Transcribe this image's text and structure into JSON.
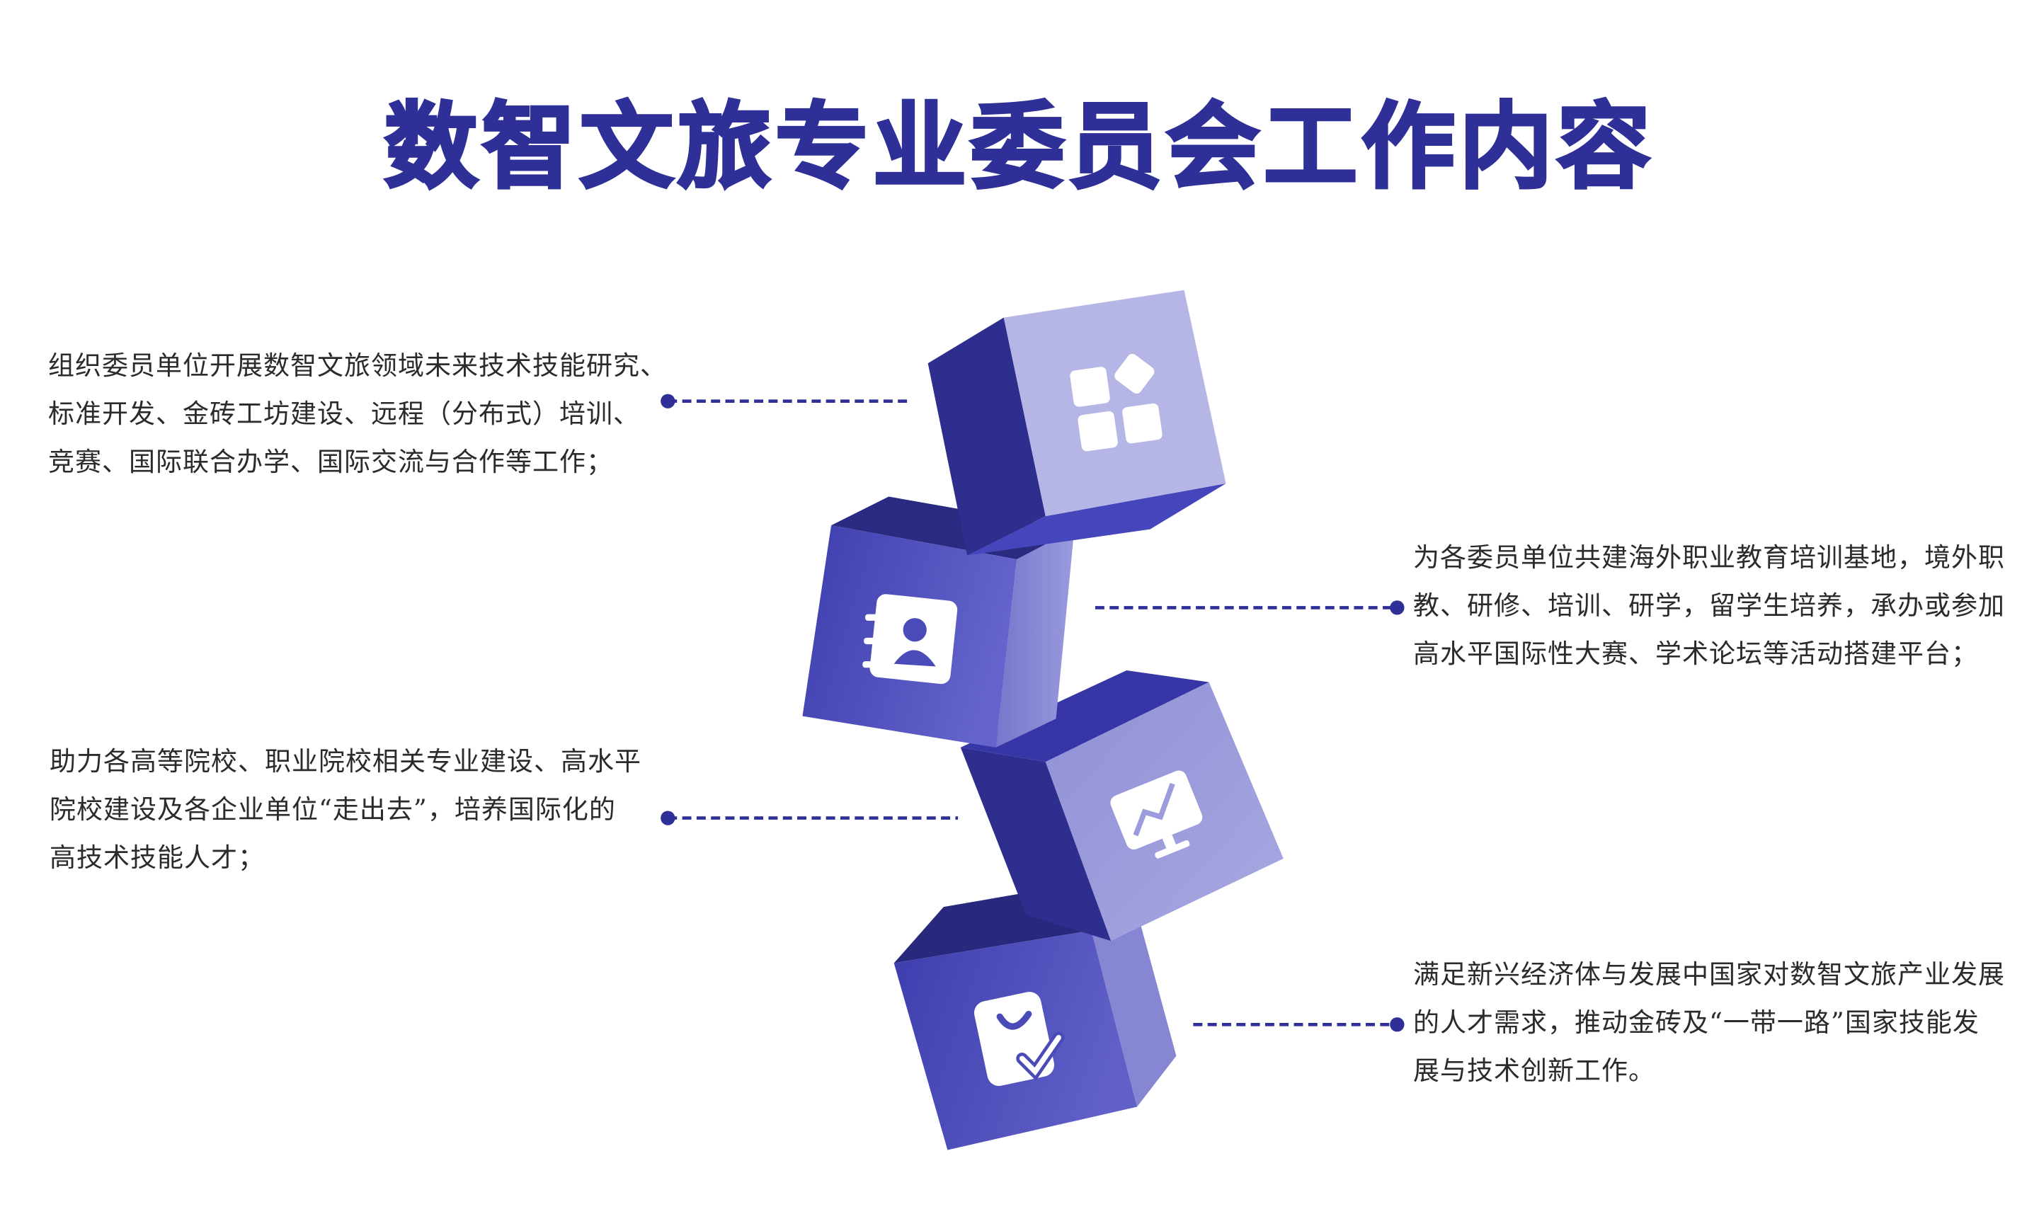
{
  "title": "数智文旅专业委员会工作内容",
  "accent_color": "#2f2f98",
  "items": [
    {
      "icon": "grid-blocks-icon",
      "lines": [
        "组织委员单位开展数智文旅领域未来技术技能研究、",
        "标准开发、金砖工坊建设、远程（分布式）培训、",
        "竞赛、国际联合办学、国际交流与合作等工作；"
      ]
    },
    {
      "icon": "contact-book-icon",
      "lines": [
        "为各委员单位共建海外职业教育培训基地，境外职",
        "教、研修、培训、研学，留学生培养，承办或参加",
        "高水平国际性大赛、学术论坛等活动搭建平台；"
      ]
    },
    {
      "icon": "monitor-chart-icon",
      "lines": [
        "助力各高等院校、职业院校相关专业建设、高水平",
        "院校建设及各企业单位“走出去”，培养国际化的",
        "高技术技能人才；"
      ]
    },
    {
      "icon": "shopping-bag-check-icon",
      "lines": [
        "满足新兴经济体与发展中国家对数智文旅产业发展",
        "的人才需求，推动金砖及“一带一路”国家技能发",
        "展与技术创新工作。"
      ]
    }
  ]
}
